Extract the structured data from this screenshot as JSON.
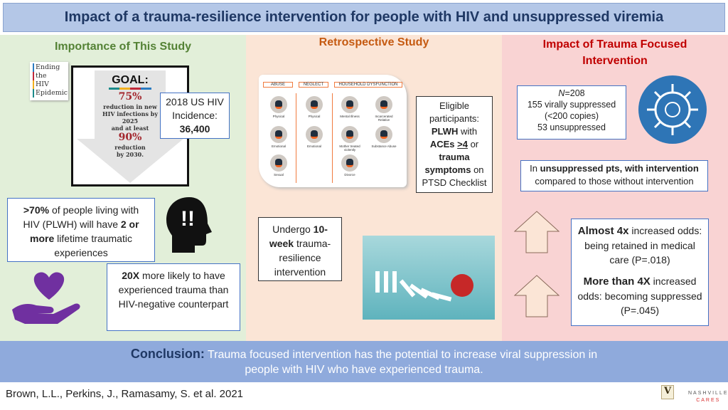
{
  "title": "Impact of a trauma-resilience intervention for people with HIV and unsuppressed viremia",
  "left": {
    "heading": "Importance of This Study",
    "logo": [
      "Ending",
      "the",
      "HIV",
      "Epidemic"
    ],
    "goal": {
      "label": "GOAL:",
      "pct1": "75%",
      "text1": "reduction in new HIV infections by 2025",
      "and": "and at least",
      "pct2": "90%",
      "text2": "reduction by 2030."
    },
    "incidence": {
      "line1": "2018 US HIV",
      "line2": "Incidence:",
      "value": "36,400"
    },
    "box1": {
      "b1": ">70%",
      "t1": " of people living with HIV (PLWH) will have ",
      "b2": "2 or more",
      "t2": " lifetime traumatic experiences"
    },
    "box2": {
      "b1": "20X",
      "t1": " more likely to have experienced trauma than HIV-negative counterpart"
    }
  },
  "mid": {
    "heading": "Retrospective Study",
    "ace": {
      "cats": [
        "ABUSE",
        "NEGLECT",
        "HOUSEHOLD DYSFUNCTION"
      ],
      "abuse": [
        "Physical",
        "Emotional",
        "Sexual"
      ],
      "neglect": [
        "Physical",
        "Emotional"
      ],
      "household": [
        "Mental Illness",
        "Incarcerated Relative",
        "Mother treated violently",
        "Substance Abuse",
        "Divorce"
      ]
    },
    "eligible": {
      "t1": "Eligible participants: ",
      "b1": "PLWH",
      "t2": " with ",
      "b2": "ACEs ",
      "b3": ">4",
      "t3": " or ",
      "b4": "trauma symptoms",
      "t4": " on PTSD Checklist"
    },
    "undergo": {
      "t1": "Undergo ",
      "b1": "10-week",
      "t2": " trauma-resilience intervention"
    }
  },
  "right": {
    "heading": "Impact of Trauma Focused Intervention",
    "n": {
      "label": "N",
      "value": "=208",
      "l2": "155 virally suppressed",
      "l3": "(<200 copies)",
      "l4": "53 unsuppressed"
    },
    "compare": {
      "t1": "In ",
      "b1": "unsuppressed pts, with intervention",
      "t2": " compared to those without intervention"
    },
    "r1": {
      "b": "Almost 4x",
      "t": " increased odds: being retained in medical care (P=.018)"
    },
    "r2": {
      "b": "More than 4X",
      "t": " increased odds: becoming suppressed (P=.045)"
    }
  },
  "conclusion": {
    "label": "Conclusion:",
    "text": " Trauma focused intervention has the potential to increase viral suppression in people with HIV who have experienced trauma."
  },
  "citation": "Brown, L.L., Perkins, J., Ramasamy, S. et al. 2021",
  "logos": {
    "vanderbilt": "V",
    "nashville": [
      "NASHVILLE",
      "CARES"
    ]
  }
}
